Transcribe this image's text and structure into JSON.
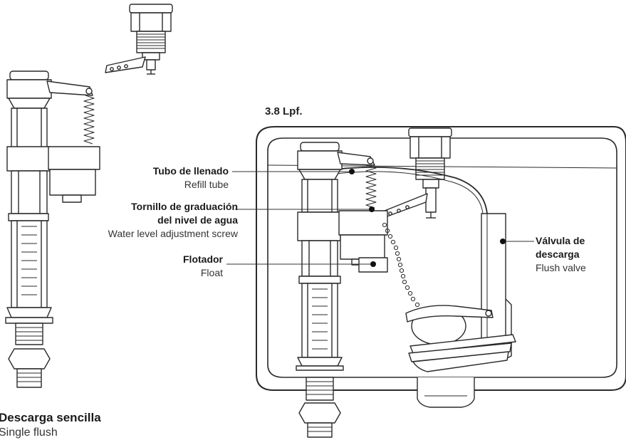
{
  "header": {
    "model": "3.8 Lpf."
  },
  "labels": {
    "refill_es": "Tubo de llenado",
    "refill_en": "Refill tube",
    "screw_es_1": "Tornillo de graduación",
    "screw_es_2": "del nivel de agua",
    "screw_en": "Water level adjustment screw",
    "float_es": "Flotador",
    "float_en": "Float",
    "valve_es_1": "Válvula de",
    "valve_es_2": "descarga",
    "valve_en": "Flush valve"
  },
  "footer": {
    "title_es": "Descarga sencilla",
    "title_en": "Single flush"
  },
  "colors": {
    "line": "#2a2a2a",
    "dot": "#111111"
  }
}
